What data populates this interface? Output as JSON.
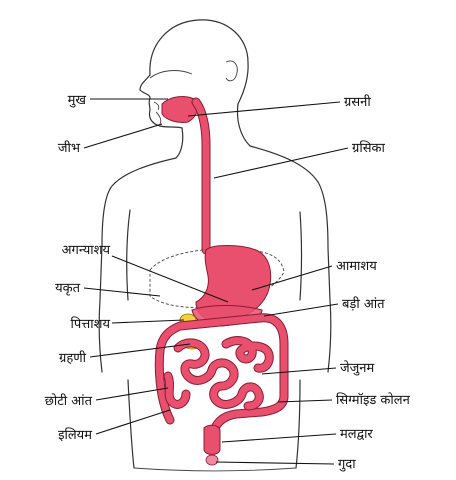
{
  "labels": {
    "mukh": "मुख",
    "jeebh": "जीभ",
    "grasni": "ग्रसनी",
    "grasika": "ग्रसिका",
    "agnyashay": "अगन्याशय",
    "yakrit": "यकृत",
    "pittashay": "पित्ताशय",
    "grahni": "ग्रहणी",
    "choti_aant": "छोटी आंत",
    "iliyam": "इलियम",
    "amashay": "आमाशय",
    "badi_aant": "बड़ी आंत",
    "jejunum": "जेजुनम",
    "sigmoid_colon": "सिग्मॉइड कोलन",
    "maldwar": "मलद्वार",
    "guda": "गुदा"
  },
  "colors": {
    "organ": "#e8506e",
    "organ_dark": "#8a1c33",
    "gallbladder": "#f2d43a",
    "outline": "#333333"
  }
}
